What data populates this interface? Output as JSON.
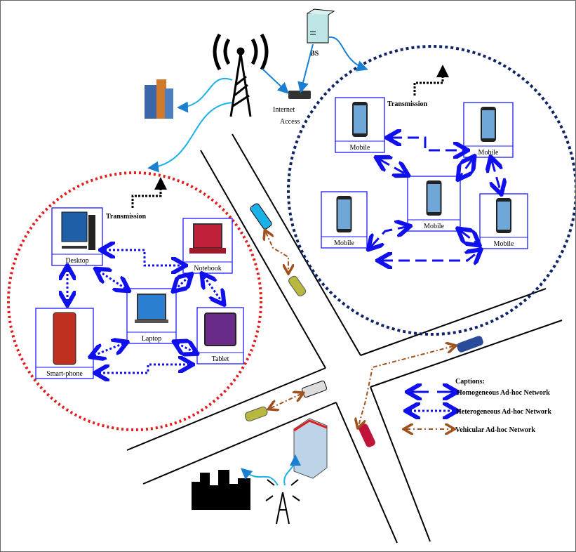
{
  "labels": {
    "bs": "BS",
    "internet_access_line1": "Internet",
    "internet_access_line2": "Access",
    "transmission_right": "Transmission",
    "transmission_left": "Transmission"
  },
  "homogeneous_cluster": {
    "devices": [
      "Mobile",
      "Mobile",
      "Mobile",
      "Mobile",
      "Mobile"
    ]
  },
  "heterogeneous_cluster": {
    "devices": [
      "Desktop",
      "Notebook",
      "Laptop",
      "Smart-phone",
      "Tablet"
    ]
  },
  "captions": {
    "title": "Captions:",
    "items": [
      {
        "label": "Homogeneous Ad-hoc Network",
        "color": "#1010ee"
      },
      {
        "label": "Heterogeneous Ad-hoc Network",
        "color": "#1010ee"
      },
      {
        "label": "Vehicular Ad-hoc Network",
        "color": "#a0521d"
      }
    ]
  },
  "colors": {
    "red_circle": "#e31b1b",
    "navy_circle": "#0f2466",
    "link": "#1aa3e0",
    "arrow": "#1010ee",
    "vanet": "#a0521d"
  }
}
